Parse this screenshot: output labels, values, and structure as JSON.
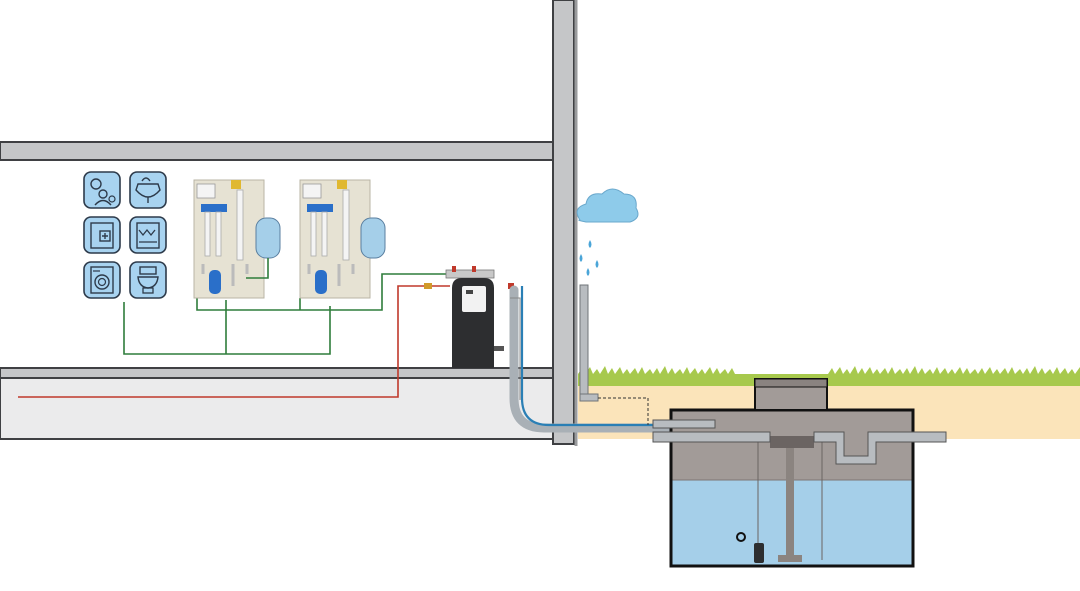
{
  "diagram": {
    "title": "",
    "colors": {
      "wall": "#c5c6c8",
      "wall_edge": "#3f4043",
      "soil": "#fbe4ba",
      "grass": "#a7c94d",
      "water": "#a5cfe9",
      "tank_grey": "#a29b98",
      "pipe_green": "#2f7d3b",
      "pipe_red": "#c0392b",
      "pipe_blue": "#2a7fb5",
      "cloud": "#8ecbea",
      "icon_bg": "#a8d3f0",
      "unit_dark": "#2d2e30"
    },
    "usage_icons": [
      "building-service-icon",
      "animal-trough-icon",
      "dishwasher-icon",
      "industrial-washer-icon",
      "washing-machine-icon",
      "toilet-icon"
    ],
    "components": [
      "rainwater-module-1",
      "expansion-vessel-1",
      "rainwater-module-2",
      "expansion-vessel-2",
      "control-unit",
      "rain-cloud",
      "downpipe",
      "rainwater-tank",
      "submersible-pump",
      "overflow-pipe"
    ]
  }
}
